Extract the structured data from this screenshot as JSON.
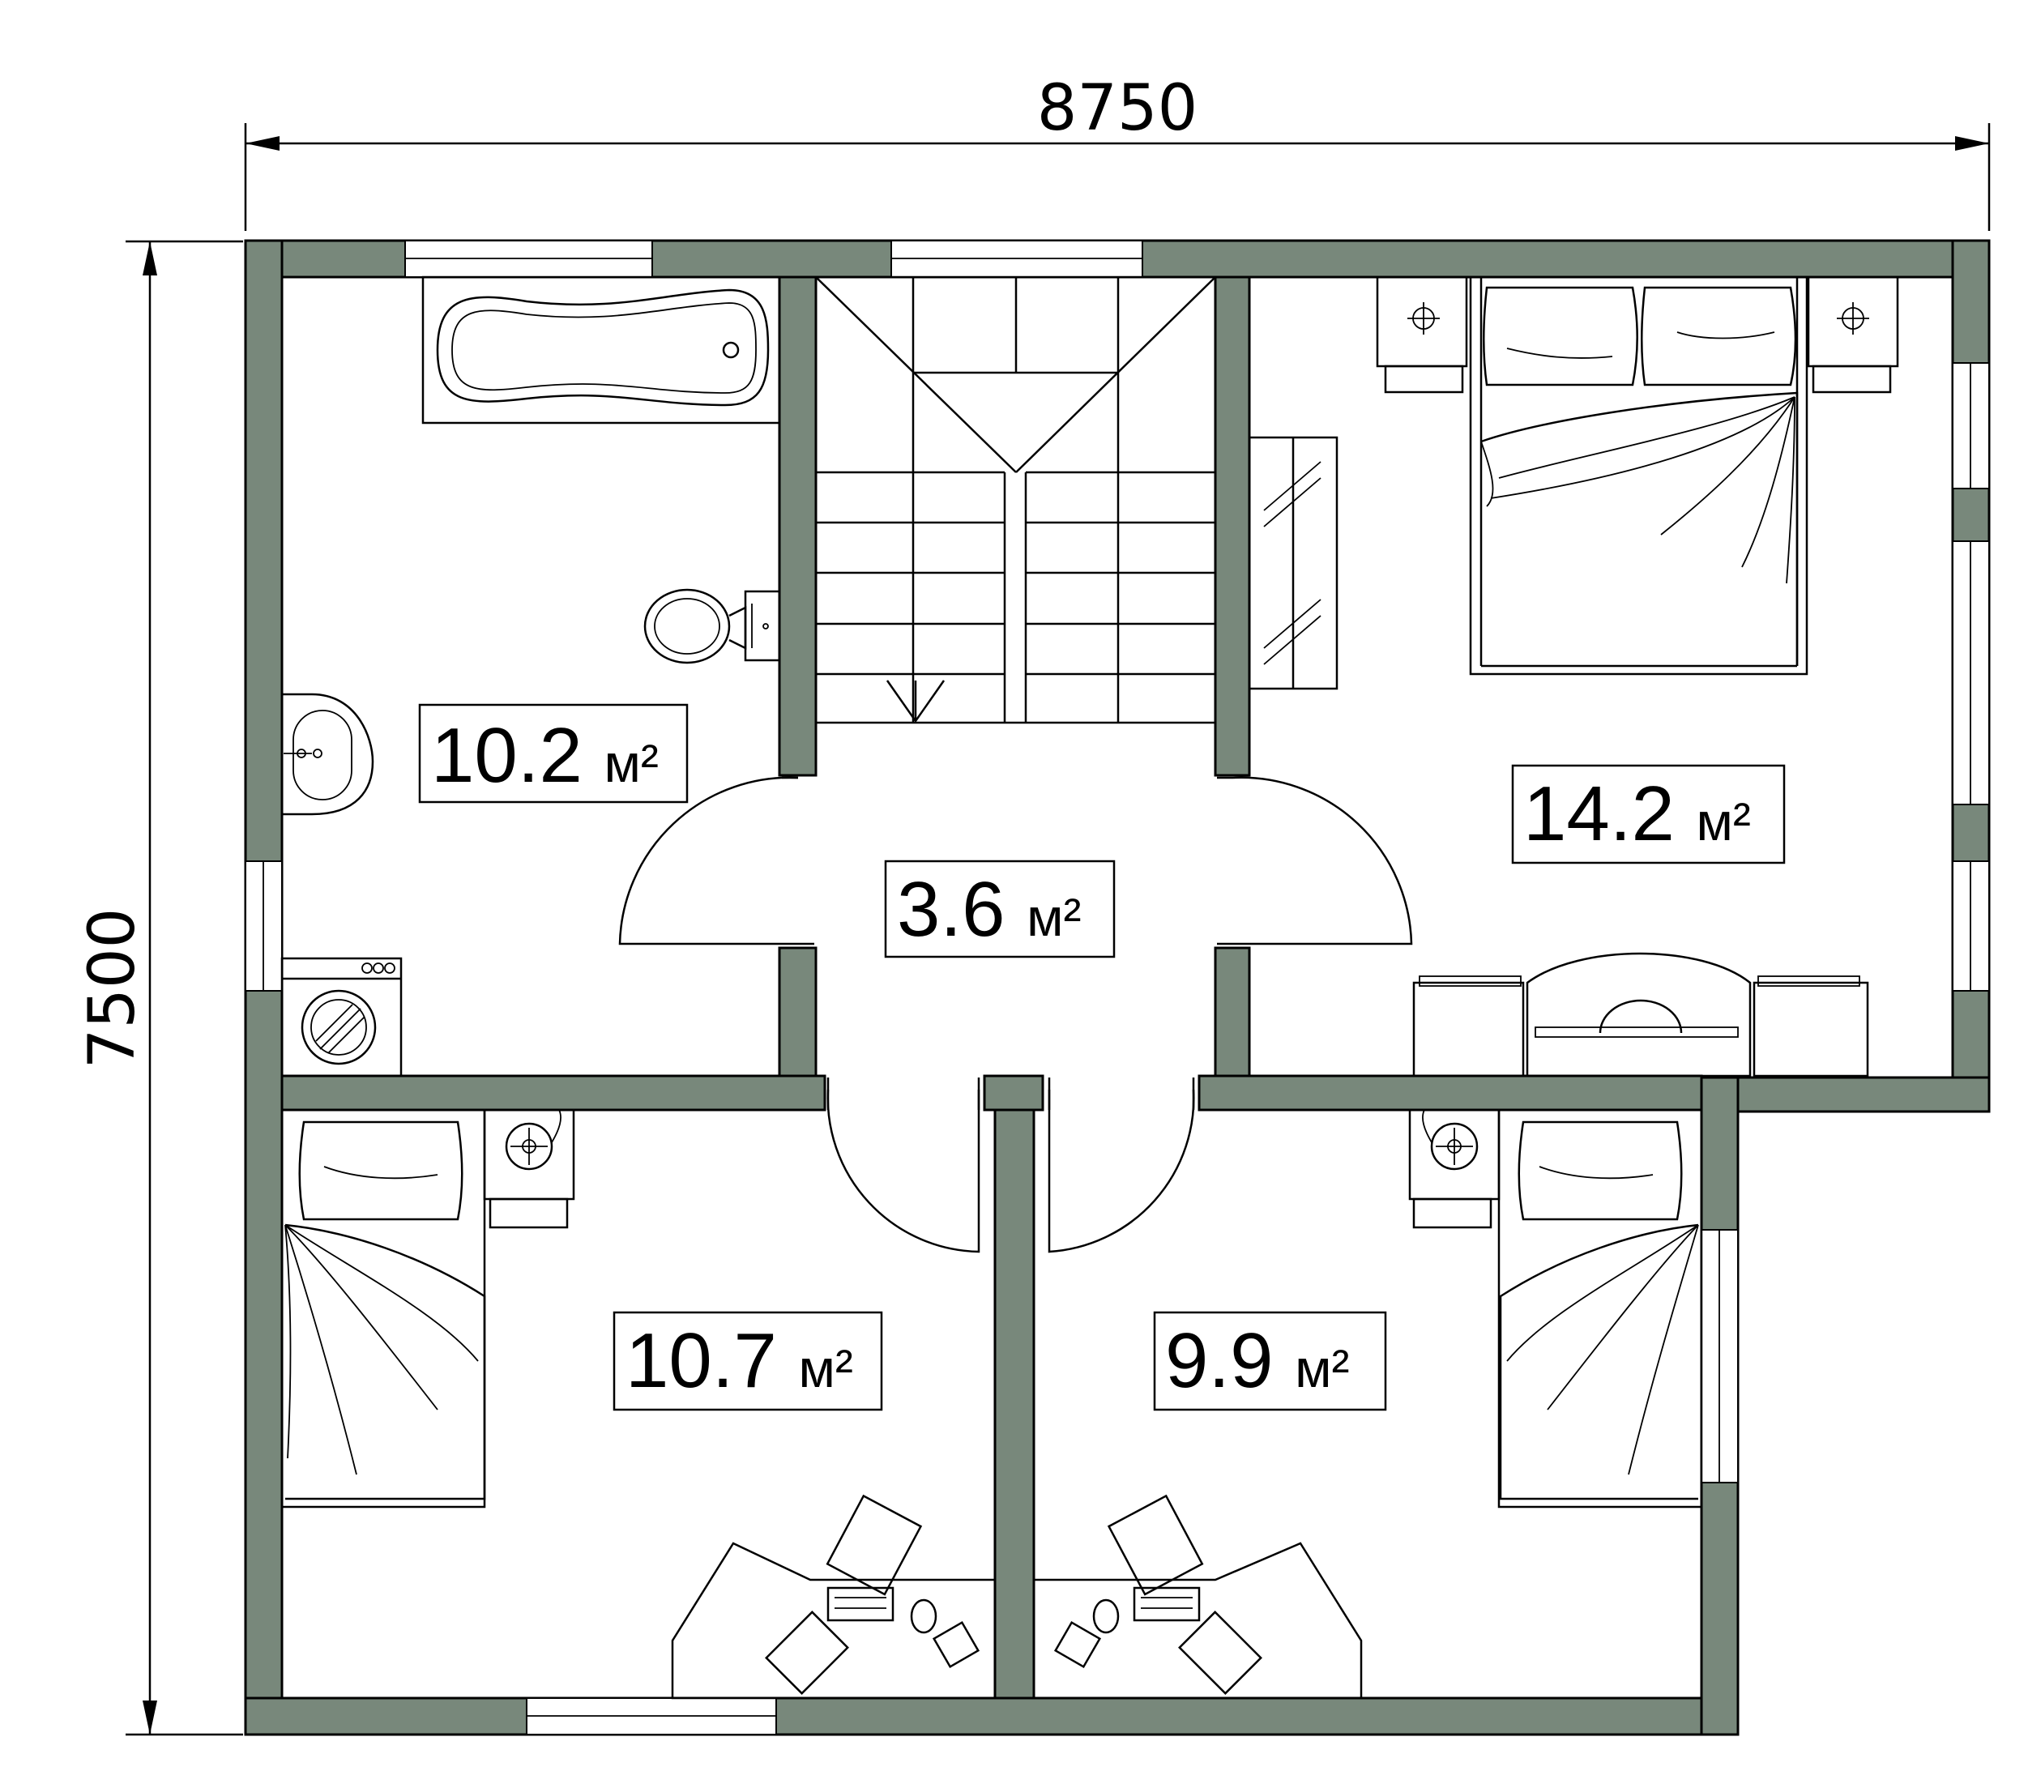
{
  "dimensions": {
    "width": "8750",
    "height": "7500"
  },
  "rooms": [
    {
      "id": "bathroom",
      "area": "10.2",
      "unit": "м²"
    },
    {
      "id": "hall",
      "area": "3.6",
      "unit": "м²"
    },
    {
      "id": "master-bedroom",
      "area": "14.2",
      "unit": "м²"
    },
    {
      "id": "bedroom-left",
      "area": "10.7",
      "unit": "м²"
    },
    {
      "id": "bedroom-right",
      "area": "9.9",
      "unit": "м²"
    }
  ],
  "colors": {
    "wall": "#78887b",
    "line": "#000000",
    "background": "#ffffff"
  }
}
